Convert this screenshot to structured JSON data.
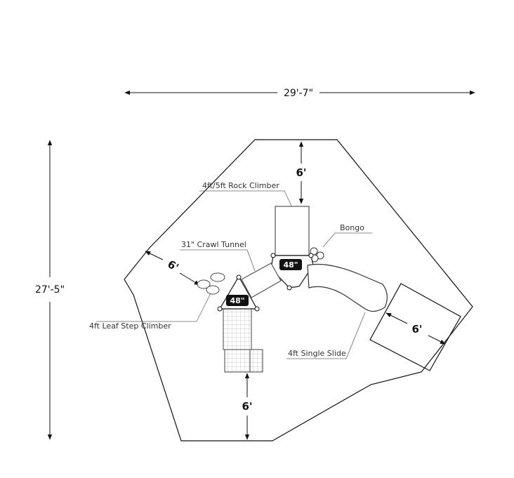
{
  "dimensions": {
    "overall_width": "29'-7\"",
    "overall_height": "27'-5\"",
    "clearance_top": "6'",
    "clearance_left": "6'",
    "clearance_right": "6'",
    "clearance_bottom": "6'"
  },
  "components": {
    "rock_climber": "4ft/5ft Rock Climber",
    "bongo": "Bongo",
    "crawl_tunnel": "31\" Crawl Tunnel",
    "leaf_step_climber": "4ft Leaf Step Climber",
    "single_slide": "4ft Single Slide"
  },
  "decks": {
    "deck_right": "48\"",
    "deck_left": "48\""
  }
}
